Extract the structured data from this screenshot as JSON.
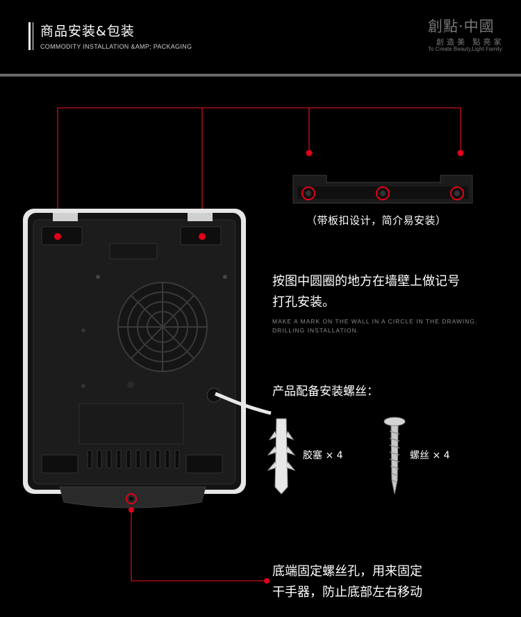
{
  "header": {
    "title_zh": "商品安装&包装",
    "title_en": "COMMODITY INSTALLATION &AMP; PACKAGING",
    "brand_logo": "創點·中國",
    "brand_sub": "創造美 點亮家",
    "brand_en": "To Create Beauty,Light Family"
  },
  "bracket_caption": "（带板扣设计，简介易安装）",
  "instruction": {
    "zh_line1": "按图中圆圈的地方在墙壁上做记号",
    "zh_line2": "打孔安装。",
    "en_line1": "MAKE A MARK ON THE WALL IN A CIRCLE IN THE DRAWING.",
    "en_line2": "DRILLING INSTALLATION."
  },
  "screws": {
    "title": "产品配备安装螺丝：",
    "anchor_label": "胶塞 × 4",
    "screw_label": "螺丝 × 4"
  },
  "bottom_note": {
    "line1": "底端固定螺丝孔，用来固定",
    "line2": "干手器，防止底部左右移动"
  },
  "colors": {
    "accent_red": "#d8001c",
    "background": "#000000"
  }
}
